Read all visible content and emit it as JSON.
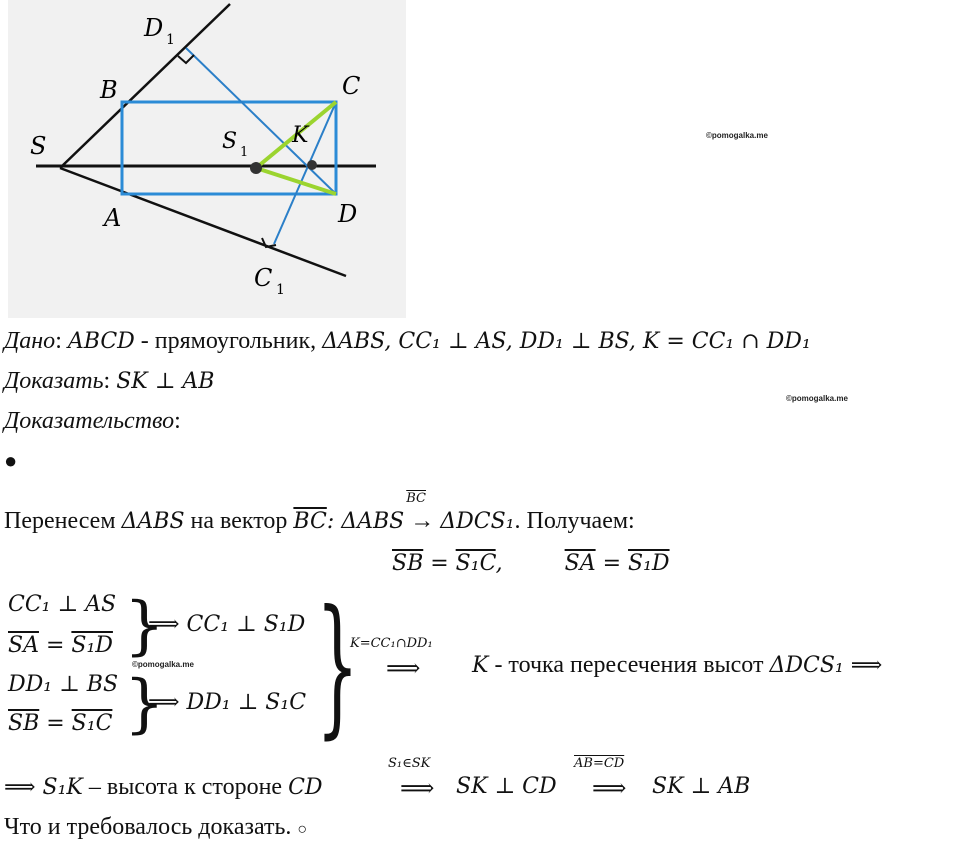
{
  "watermarks": [
    "©pomogalka.me",
    "©pomogalka.me",
    "©pomogalka.me"
  ],
  "figure": {
    "points": {
      "S": "S",
      "B": "B",
      "A": "A",
      "C": "C",
      "D": "D",
      "D1": "D",
      "D1_sub": "1",
      "C1": "C",
      "C1_sub": "1",
      "S1": "S",
      "S1_sub": "1",
      "K": "K"
    },
    "colors": {
      "rect": "#2b8bd6",
      "lines": "#111111",
      "green": "#9bd42f",
      "blue_line": "#2b7fc8"
    }
  },
  "given": {
    "label": "Дано",
    "sep": ":",
    "text": "ABCD",
    "dash": " - прямоугольник,",
    "conds": "ΔABS, CC₁ ⊥ AS, DD₁ ⊥ BS, K = CC₁ ∩ DD₁"
  },
  "prove": {
    "label": "Доказать",
    "sep": ":",
    "text": "SK ⊥ AB"
  },
  "proof": {
    "label": "Доказательство",
    "sep": ":"
  },
  "bullet": "●",
  "line1": {
    "a": "Перенесем",
    "b": "ΔABS",
    "c": "на вектор",
    "d": "BC",
    "e": ": ΔABS",
    "f": "→",
    "f_over": "BC",
    "g": "ΔDCS₁",
    "h": ". Получаем:"
  },
  "line2": {
    "a": "SB",
    "b": " = ",
    "c": "S₁C",
    "d": ",",
    "e": "SA",
    "f": " = ",
    "g": "S₁D"
  },
  "system": {
    "r1": "CC₁ ⊥ AS",
    "r2a": "SA",
    "r2b": " = ",
    "r2c": "S₁D",
    "res1": "⟹ CC₁ ⊥ S₁D",
    "r3": "DD₁ ⊥ BS",
    "r4a": "SB",
    "r4b": " = ",
    "r4c": "S₁C",
    "res2": "⟹ DD₁ ⊥ S₁C",
    "over": "K=CC₁∩DD₁",
    "arrow": "⟹",
    "concl_a": "K",
    "concl_b": " - точка пересечения высот ",
    "concl_c": "ΔDCS₁ ⟹"
  },
  "line_last": {
    "a": "⟹ S₁K",
    "b": " – высота к стороне ",
    "c": "CD",
    "over1": "S₁∈SK",
    "arrow1": "⟹",
    "d": "SK ⊥ CD",
    "over2": "AB=CD",
    "arrow2": "⟹",
    "e": "SK ⊥ AB"
  },
  "end": {
    "text": "Что и требовалось доказать.",
    "mark": "○"
  }
}
